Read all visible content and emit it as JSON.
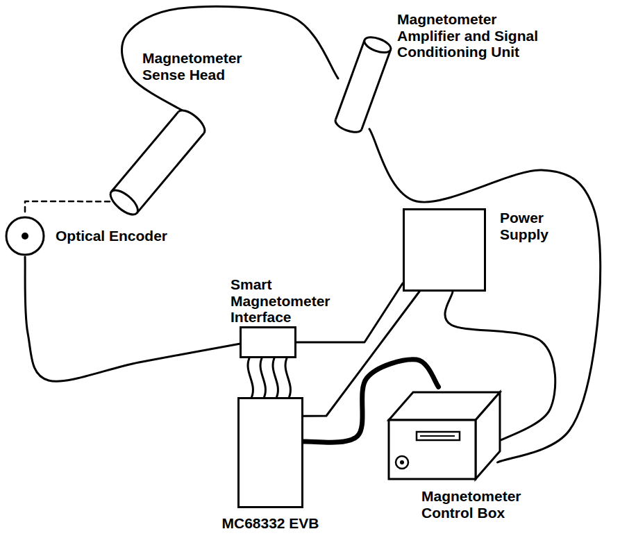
{
  "diagram": {
    "nodes": [
      {
        "text": [
          "Magnetometer Sense Head"
        ]
      },
      {
        "text": [
          "Magnetometer Amplifier and Signal Conditioning Unit"
        ]
      },
      {
        "text": [
          "Optical Encoder"
        ]
      },
      {
        "text": [
          "Power Supply"
        ]
      },
      {
        "text": [
          "Smart Magnetometer Interface"
        ]
      },
      {
        "text": [
          "MC68332 EVB"
        ]
      },
      {
        "text": [
          "Magnetometer Control Box"
        ]
      }
    ],
    "edges": [
      {
        "from": 0,
        "to": 1,
        "arrow": "none"
      },
      {
        "from": 0,
        "to": 2,
        "arrow": "none"
      },
      {
        "from": 2,
        "to": 4,
        "arrow": "none"
      },
      {
        "from": 1,
        "to": 6,
        "arrow": "none"
      },
      {
        "from": 3,
        "to": 4,
        "arrow": "none"
      },
      {
        "from": 3,
        "to": 5,
        "arrow": "none"
      },
      {
        "from": 3,
        "to": 6,
        "arrow": "none"
      },
      {
        "from": 4,
        "to": 5,
        "arrow": "none"
      },
      {
        "from": 5,
        "to": 6,
        "arrow": "none"
      }
    ]
  }
}
